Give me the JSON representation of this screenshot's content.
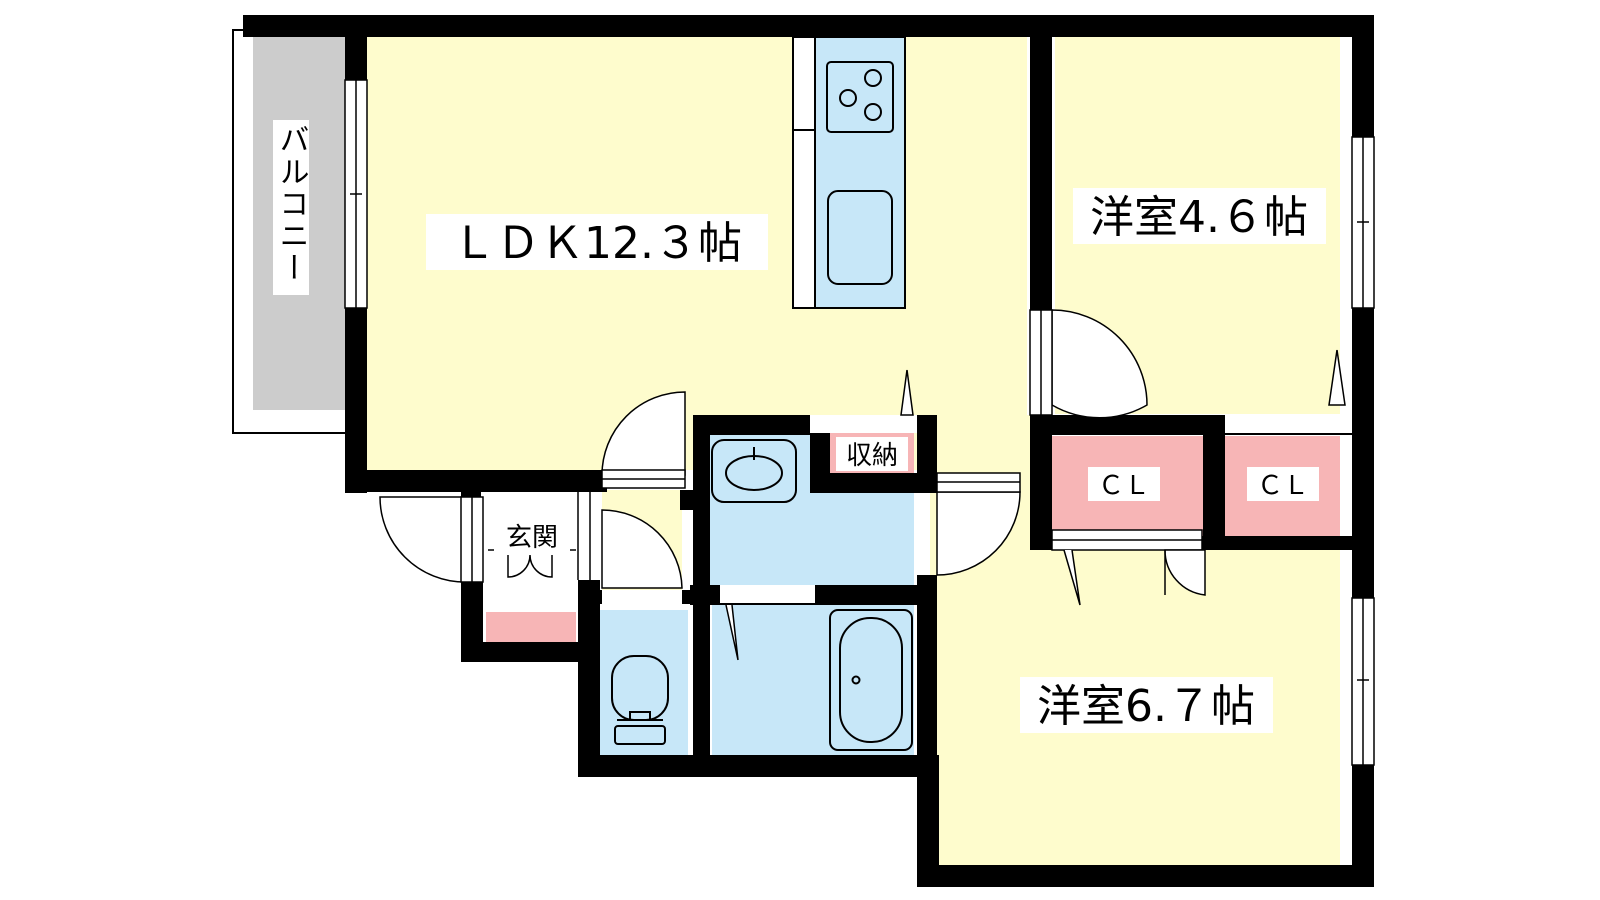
{
  "rooms": {
    "ldk": "ＬＤＫ12.３帖",
    "western_1": "洋室4.６帖",
    "western_2": "洋室6.７帖",
    "balcony": "バルコニー",
    "entrance": "玄関",
    "storage": "収納",
    "closet_1": "ＣＬ",
    "closet_2": "ＣＬ"
  },
  "colors": {
    "living": "#fefccd",
    "wet_area": "#c7e7f8",
    "closet": "#f7b5b6",
    "balcony": "#cccccc",
    "wall": "#000000"
  }
}
